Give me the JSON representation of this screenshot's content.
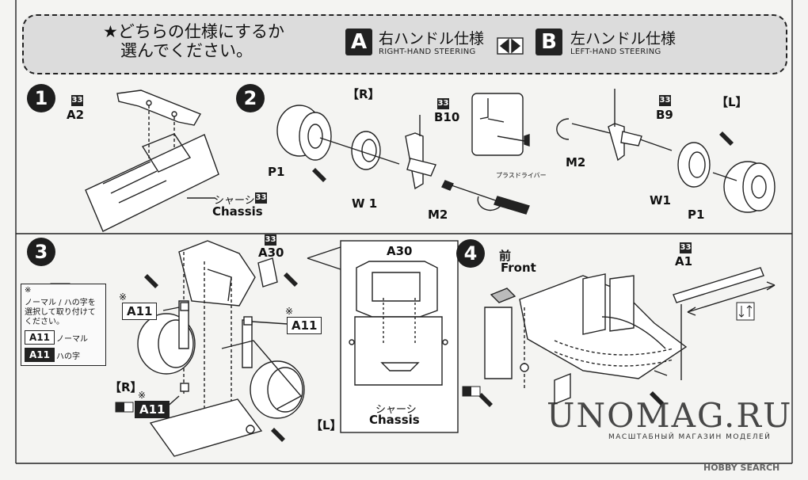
{
  "banner": {
    "line1": "★どちらの仕様にするか",
    "line2": "選んでください。",
    "option_a": {
      "letter": "A",
      "jp": "右ハンドル仕様",
      "en": "RIGHT-HAND STEERING"
    },
    "option_b": {
      "letter": "B",
      "jp": "左ハンドル仕様",
      "en": "LEFT-HAND STEERING"
    }
  },
  "step1": {
    "number": "1",
    "tag": "33",
    "part": "A2",
    "chassis_jp": "シャーシ",
    "chassis_tag": "33",
    "chassis_en": "Chassis"
  },
  "step2": {
    "number": "2",
    "right_label": "【R】",
    "left_label": "【L】",
    "tag_r": "33",
    "part_r": "B10",
    "tag_l": "33",
    "part_l": "B9",
    "p1_r": "P1",
    "w1_r": "W 1",
    "m2_r": "M2",
    "m2_l": "M2",
    "w1_l": "W1",
    "p1_l": "P1",
    "screwdriver": "プラスドライバー"
  },
  "step3": {
    "number": "3",
    "tag": "33",
    "part": "A30",
    "note_mark": "※",
    "note_text": "ノーマル / ハの字を選択して取り付けてください。",
    "opt1_part": "A11",
    "opt1_text": "ノーマル",
    "opt2_part": "A11",
    "opt2_text": "ハの字",
    "a11_left": "A11",
    "a11_right": "A11",
    "a11_bottom": "A11",
    "mark_left": "※",
    "mark_right": "※",
    "mark_bottom": "※",
    "r_label": "【R】",
    "l_label": "【L】",
    "inset_part": "A30",
    "inset_chassis_jp": "シャーシ",
    "inset_chassis_en": "Chassis"
  },
  "step4": {
    "number": "4",
    "front_jp": "前",
    "front_en": "Front",
    "tag": "33",
    "part": "A1"
  },
  "watermark": {
    "main": "UNOMAG.RU",
    "sub": "МАСШТАБНЫЙ МАГАЗИН МОДЕЛЕЙ"
  },
  "credit": "HOBBY SEARCH"
}
